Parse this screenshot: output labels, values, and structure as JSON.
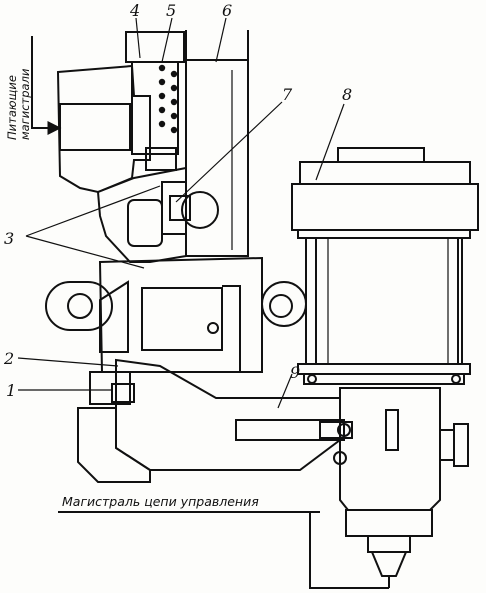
{
  "diagram": {
    "part_labels": [
      "4",
      "5",
      "6",
      "7",
      "8",
      "3",
      "2",
      "1",
      "9"
    ],
    "supply_lines_label": [
      "Питающие",
      "магистрали"
    ],
    "control_line_label": "Магистраль цепи управления"
  }
}
